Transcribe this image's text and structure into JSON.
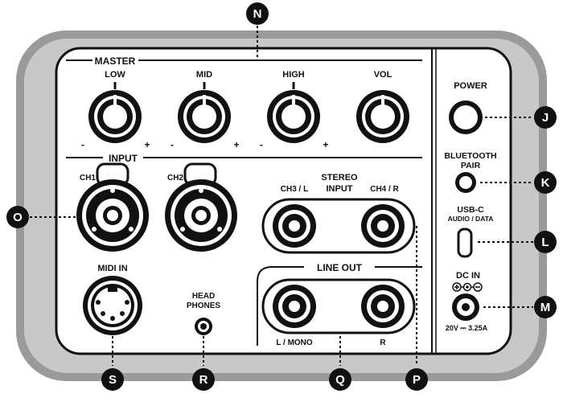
{
  "sections": {
    "master": "MASTER",
    "input": "INPUT",
    "line_out": "LINE OUT",
    "stereo_input_line1": "STEREO",
    "stereo_input_line2": "INPUT"
  },
  "knobs": [
    {
      "label": "LOW",
      "minus": "-",
      "plus": "+"
    },
    {
      "label": "MID",
      "minus": "-",
      "plus": "+"
    },
    {
      "label": "HIGH",
      "minus": "-",
      "plus": "+"
    },
    {
      "label": "VOL"
    }
  ],
  "inputs": {
    "ch1": "CH1",
    "ch2": "CH2",
    "ch3": "CH3 / L",
    "ch4": "CH4 / R"
  },
  "midi_in": "MIDI IN",
  "headphones": {
    "line1": "HEAD",
    "line2": "PHONES"
  },
  "line_out_labels": {
    "left": "L / MONO",
    "right": "R"
  },
  "right_panel": {
    "power": "POWER",
    "bluetooth_line1": "BLUETOOTH",
    "bluetooth_line2": "PAIR",
    "usb_line1": "USB-C",
    "usb_line2": "AUDIO / DATA",
    "dc_in": "DC IN",
    "dc_rating": "20V ⎓ 3.25A"
  },
  "callouts": [
    "N",
    "J",
    "K",
    "L",
    "M",
    "O",
    "P",
    "Q",
    "R",
    "S"
  ]
}
